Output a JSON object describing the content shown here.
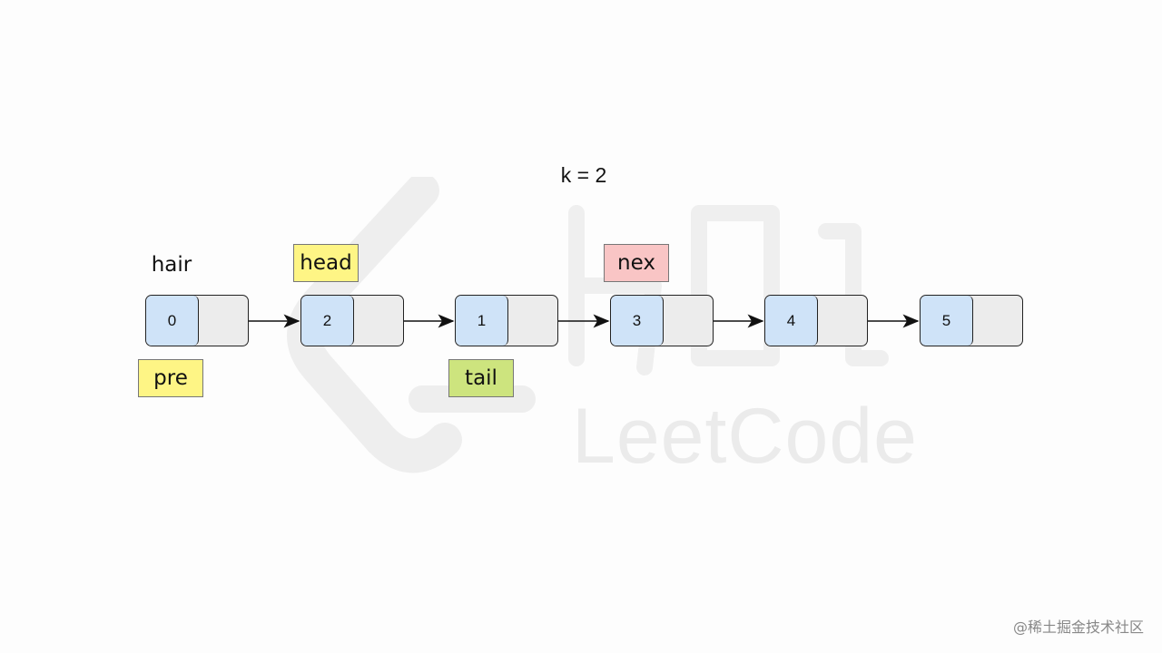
{
  "title": "k = 2",
  "nodes": [
    {
      "value": "0"
    },
    {
      "value": "2"
    },
    {
      "value": "1"
    },
    {
      "value": "3"
    },
    {
      "value": "4"
    },
    {
      "value": "5"
    }
  ],
  "pointers": {
    "hair": {
      "label": "hair",
      "node": 0,
      "position": "above"
    },
    "head": {
      "label": "head",
      "node": 1,
      "position": "above",
      "color": "#fef585"
    },
    "nex": {
      "label": "nex",
      "node": 3,
      "position": "above",
      "color": "#f9c5c5"
    },
    "pre": {
      "label": "pre",
      "node": 0,
      "position": "below",
      "color": "#fef585"
    },
    "tail": {
      "label": "tail",
      "node": 2,
      "position": "below",
      "color": "#cde47e"
    }
  },
  "watermark": {
    "text": "LeetCode",
    "logo": "leetcode-logo"
  },
  "credit": "@稀土掘金技术社区",
  "colors": {
    "node_value": "#cfe3f8",
    "node_pointer": "#ececec",
    "edge": "#111111"
  }
}
